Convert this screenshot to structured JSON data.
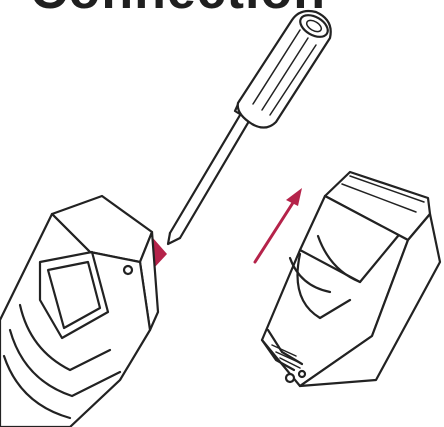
{
  "title": "Connection",
  "colors": {
    "line": "#222222",
    "arrow": "#b5234a",
    "background": "#ffffff"
  },
  "icons": [
    "screwdriver",
    "insertion-arrow",
    "connector-cap",
    "sensor-body"
  ]
}
